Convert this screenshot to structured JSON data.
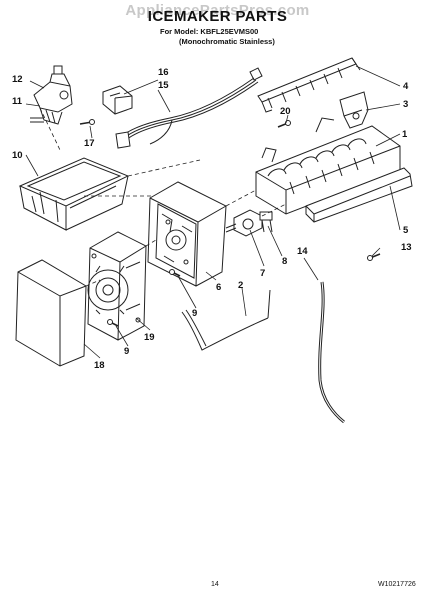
{
  "watermark": "AppliancePartsPros.com",
  "header": {
    "title": "ICEMAKER PARTS",
    "model_line": "For Model: KBFL25EVMS00",
    "finish_line": "(Monochromatic Stainless)"
  },
  "callouts": {
    "c1": "1",
    "c2": "2",
    "c3": "3",
    "c4": "4",
    "c5": "5",
    "c6": "6",
    "c7": "7",
    "c8": "8",
    "c9a": "9",
    "c9b": "9",
    "c10": "10",
    "c11": "11",
    "c12": "12",
    "c13": "13",
    "c14": "14",
    "c15": "15",
    "c16": "16",
    "c17": "17",
    "c18": "18",
    "c19": "19",
    "c20": "20"
  },
  "footer": {
    "page_number": "14",
    "document_number": "W10217726"
  }
}
